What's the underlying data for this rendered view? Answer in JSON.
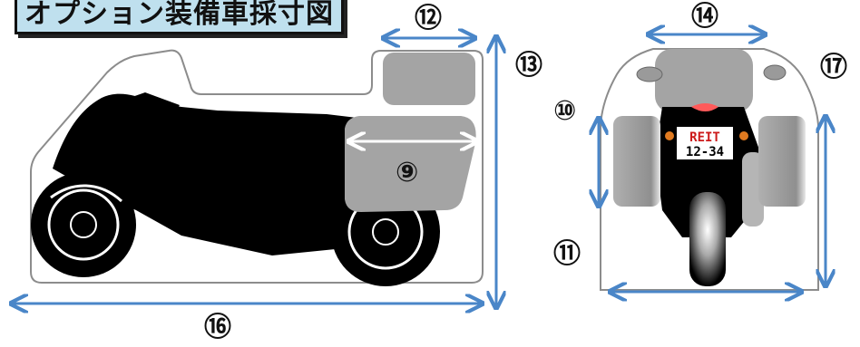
{
  "title": "オプション装備車採寸図",
  "labels": {
    "l9": "⑨",
    "l10": "⑩",
    "l11": "⑪",
    "l12": "⑫",
    "l13": "⑬",
    "l14": "⑭",
    "l16": "⑯",
    "l17": "⑰"
  },
  "plate": {
    "top": "REIT",
    "bottom": "12-34"
  },
  "colors": {
    "arrow": "#4a86c8",
    "title_bg": "#bfe0ee",
    "cover_line": "#8c8c8c",
    "case": "#a4a4a4"
  }
}
